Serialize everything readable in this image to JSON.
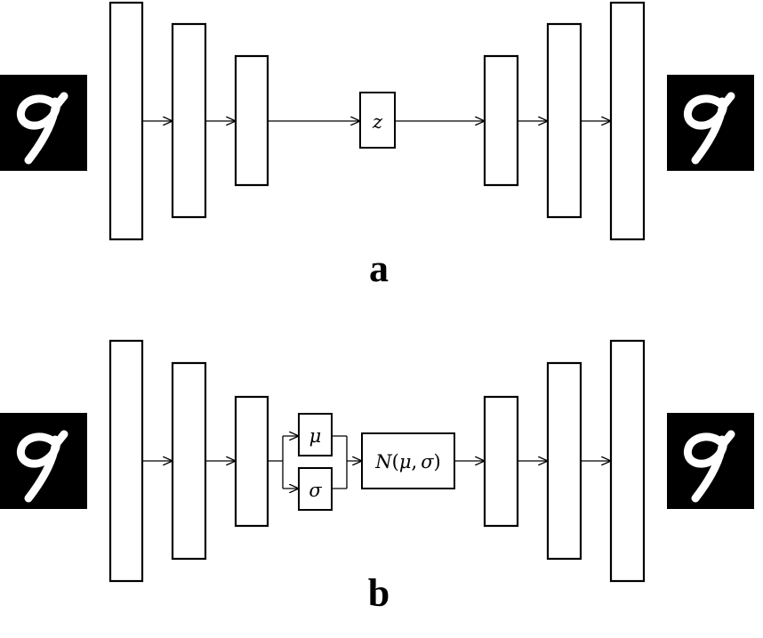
{
  "panels": [
    {
      "label": "a",
      "input_image": "mnist-digit-9",
      "output_image": "mnist-digit-9",
      "latent": "z"
    },
    {
      "label": "b",
      "input_image": "mnist-digit-9",
      "output_image": "mnist-digit-9",
      "mean": "μ",
      "std": "σ",
      "sampling": {
        "prefix": "N",
        "open": "(",
        "mu": "μ",
        "comma": ",",
        "sigma": "σ",
        "close": ")"
      }
    }
  ],
  "colors": {
    "line": "#000000",
    "background": "#ffffff",
    "digit_background": "#000000",
    "digit_stroke": "#ffffff"
  }
}
